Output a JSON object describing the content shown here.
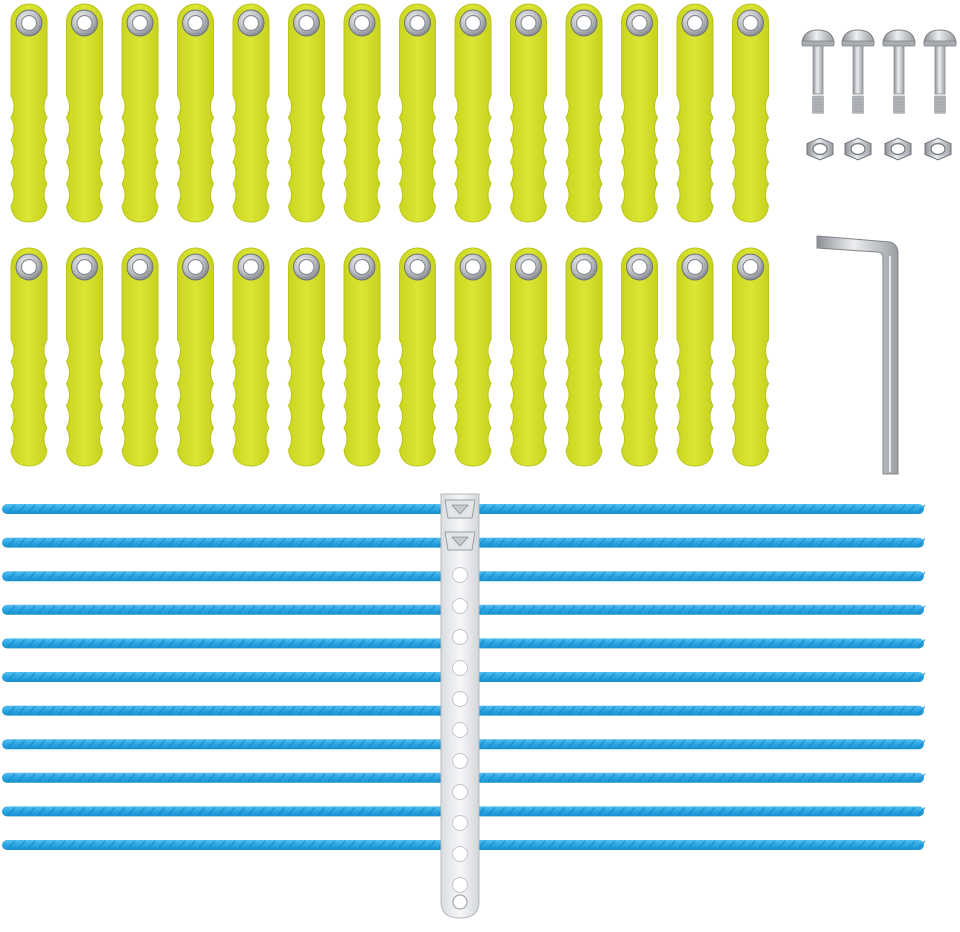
{
  "product": {
    "blades": {
      "rows": 2,
      "per_row": 14,
      "color": "#d6e22a",
      "edge_color": "#b9c41e",
      "grommet_color": "#c9ccd0"
    },
    "bolts": {
      "count": 4,
      "color": "#c4c7cb"
    },
    "nuts": {
      "count": 4,
      "color": "#c4c7cb"
    },
    "hex_key": {
      "count": 1,
      "color": "#b8bcc1"
    },
    "trimmer_lines": {
      "count": 11,
      "color": "#2aa6e3",
      "twist_color": "#1b86c4"
    },
    "line_holder": {
      "count": 1,
      "color": "#ebedf0",
      "holes": 11
    }
  }
}
